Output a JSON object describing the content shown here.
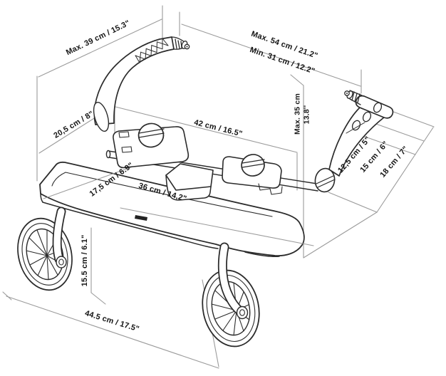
{
  "diagram": {
    "type": "technical-dimension-drawing",
    "subject": "stroller ride-on buggy board with two spoked wheels, platform deck, clamp knobs and two attachment arms",
    "units_shown": "centimeters and inches",
    "colors": {
      "background": "#ffffff",
      "artwork_line": "#2b2b2b",
      "dimension_line": "#9b9b9b",
      "label_text": "#151515"
    },
    "dims": [
      {
        "name": "left-arm-length",
        "text": "Max. 39 cm / 15.3\""
      },
      {
        "name": "overall-width-max",
        "text": "Max. 54 cm / 21.2\""
      },
      {
        "name": "overall-width-min",
        "text": "Min. 31 cm / 12.2\""
      },
      {
        "name": "board-side-depth",
        "text": "20,5 cm / 8\""
      },
      {
        "name": "arm-spacing",
        "text": "42 cm / 16.5\""
      },
      {
        "name": "arm-height-cm",
        "text": "Max. 35 cm"
      },
      {
        "name": "arm-height-inch",
        "text": "13.8''"
      },
      {
        "name": "adjust-hole-1",
        "text": "12,5 cm / 5\""
      },
      {
        "name": "adjust-hole-2",
        "text": "15 cm / 6\""
      },
      {
        "name": "adjust-hole-3",
        "text": "18 cm / 7\""
      },
      {
        "name": "platform-depth",
        "text": "17,5 cm / 6.9\""
      },
      {
        "name": "platform-width",
        "text": "36 cm / 14,2\""
      },
      {
        "name": "ground-clearance",
        "text": "15.5 cm / 6.1\""
      },
      {
        "name": "overall-length",
        "text": "44.5 cm / 17.5\""
      }
    ]
  }
}
